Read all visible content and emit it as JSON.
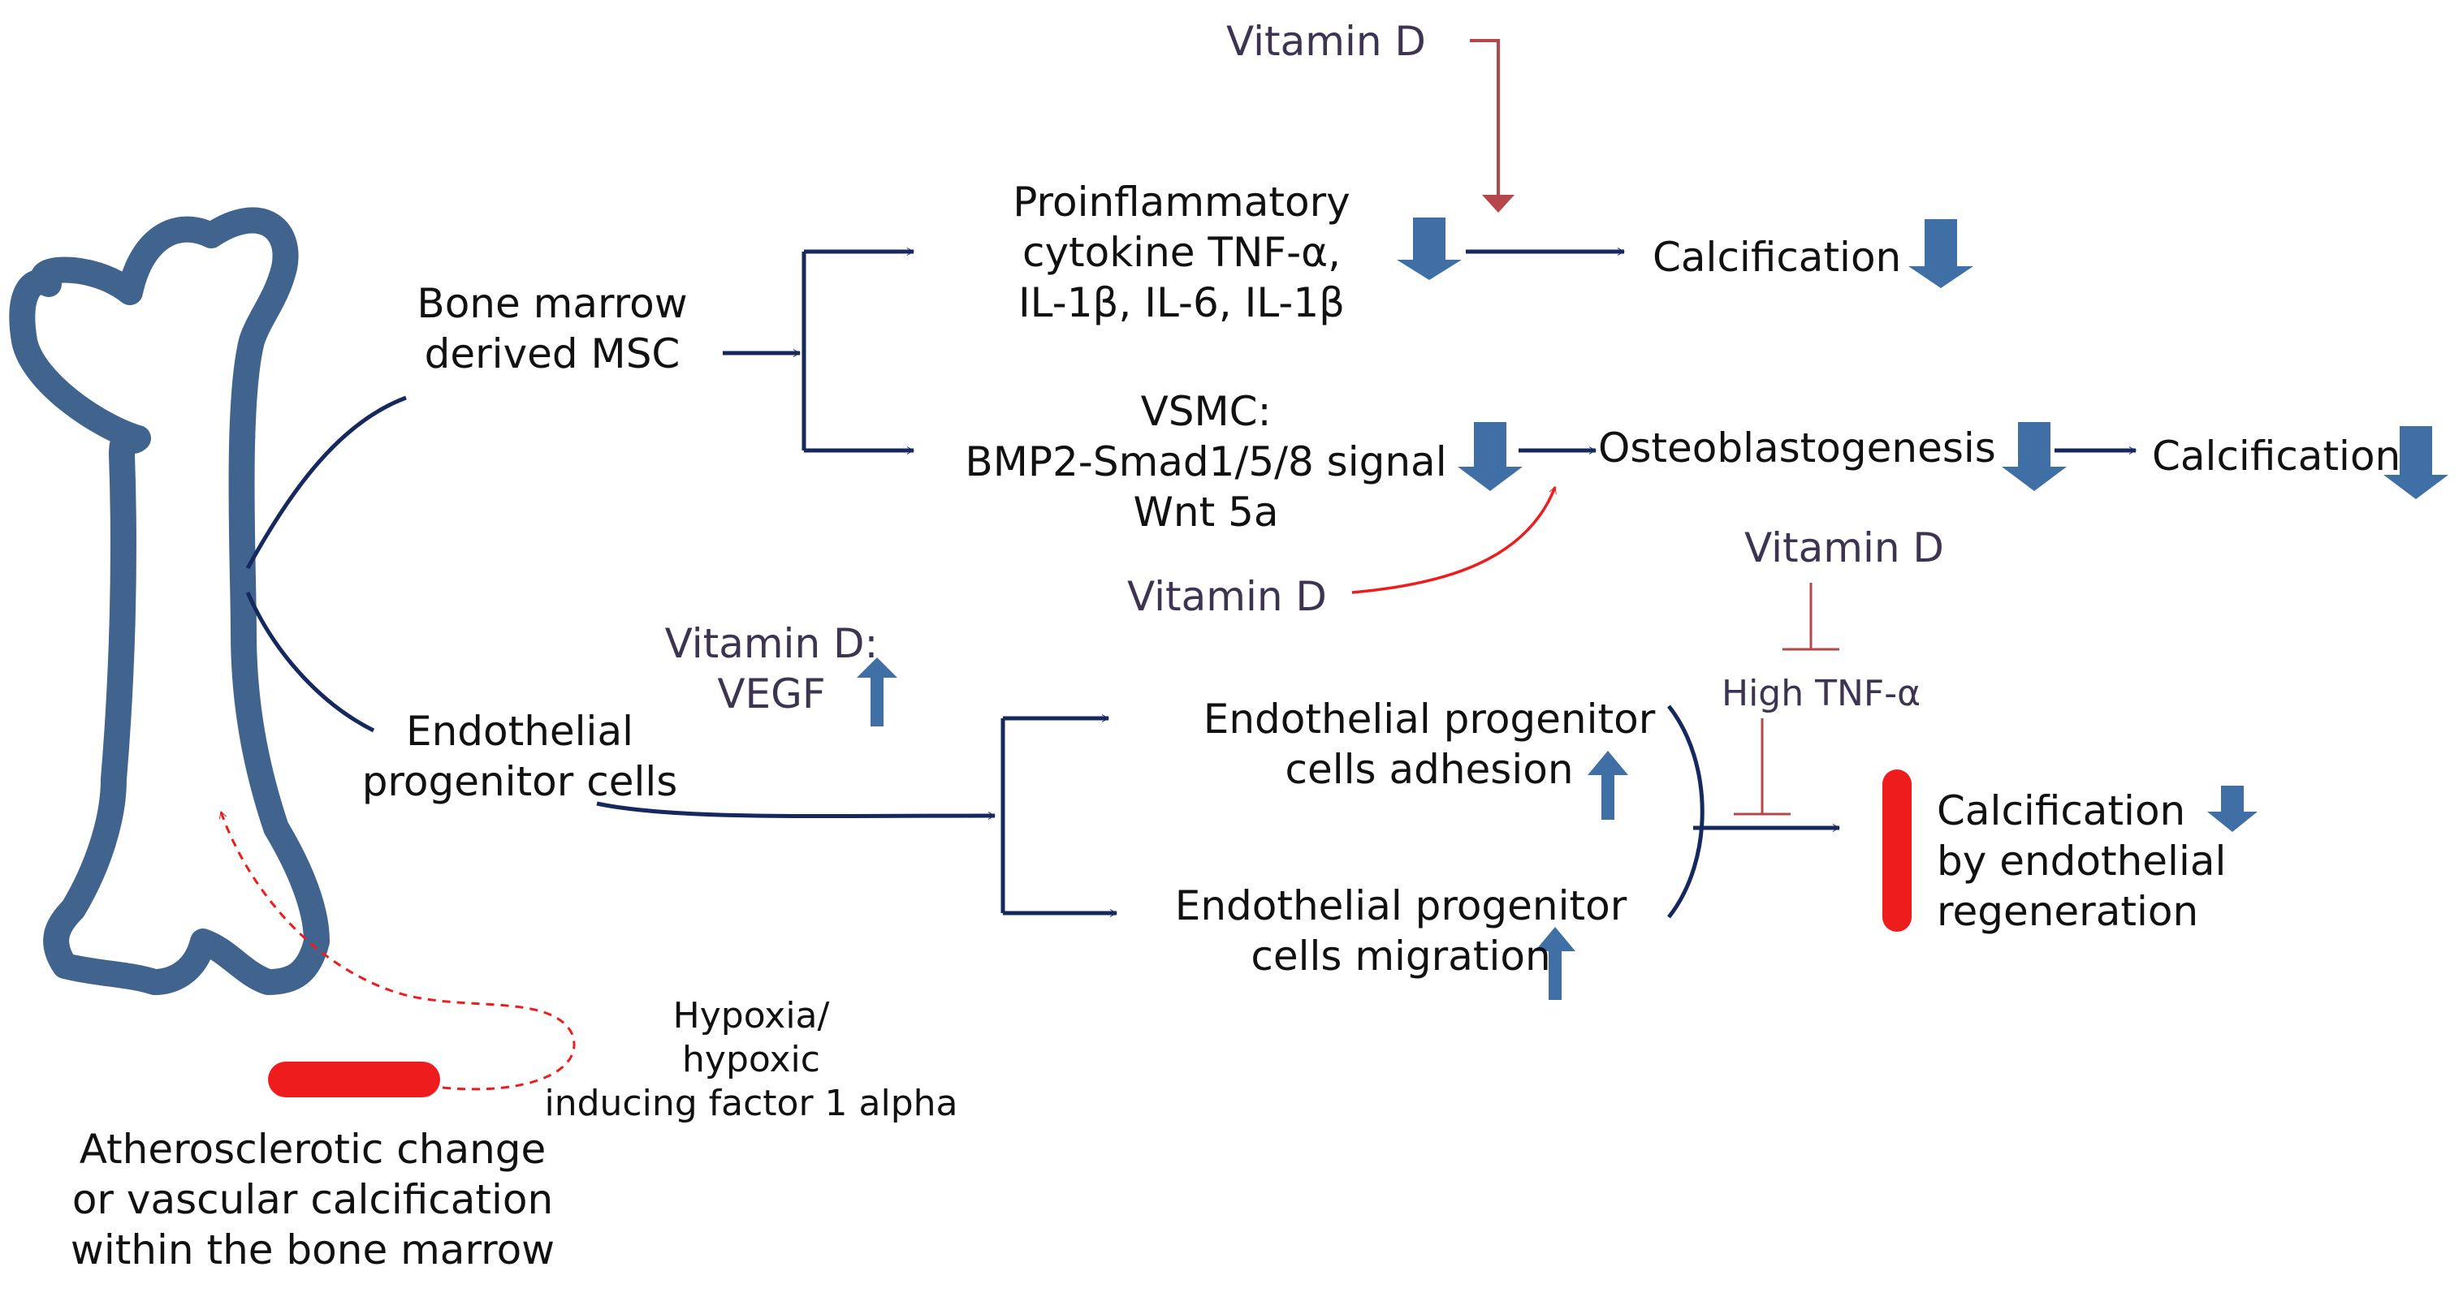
{
  "labels": {
    "vitamin_d_top": "Vitamin D",
    "proinflammatory": "Proinflammatory\ncytokine TNF-α,\nIL-1β, IL-6, IL-1β",
    "calcification_1": "Calcification",
    "bone_marrow_msc": "Bone marrow\nderived MSC",
    "vsmc": "VSMC:\nBMP2-Smad1/5/8 signal\nWnt 5a",
    "osteoblastogenesis": "Osteoblastogenesis",
    "calcification_2": "Calcification",
    "vitamin_d_mid": "Vitamin D",
    "vitamin_d_right": "Vitamin D",
    "vitamin_d_vegf": "Vitamin D:\nVEGF",
    "high_tnf": "High TNF-α",
    "epc": "Endothelial\nprogenitor cells",
    "epc_adhesion": "Endothelial progenitor\ncells adhesion",
    "epc_migration": "Endothelial progenitor\ncells migration",
    "calcification_endothelial": "Calcification\nby endothelial\nregeneration",
    "hypoxia": "Hypoxia/\nhypoxic\ninducing factor 1 alpha",
    "atherosclerotic": "Atherosclerotic change\nor vascular calcification\nwithin the bone marrow"
  },
  "colors": {
    "bone": "#41648e",
    "arrow_navy": "#16295f",
    "block_arrow": "#3f6fa4",
    "inhibit_red": "#b5474a",
    "bright_red": "#ee1c1c",
    "vitamin_text": "#3d3452"
  },
  "icons": {
    "decrease": "down-block-arrow-icon",
    "increase": "up-block-arrow-icon",
    "bone": "bone-icon",
    "vessel": "blood-vessel-icon"
  }
}
